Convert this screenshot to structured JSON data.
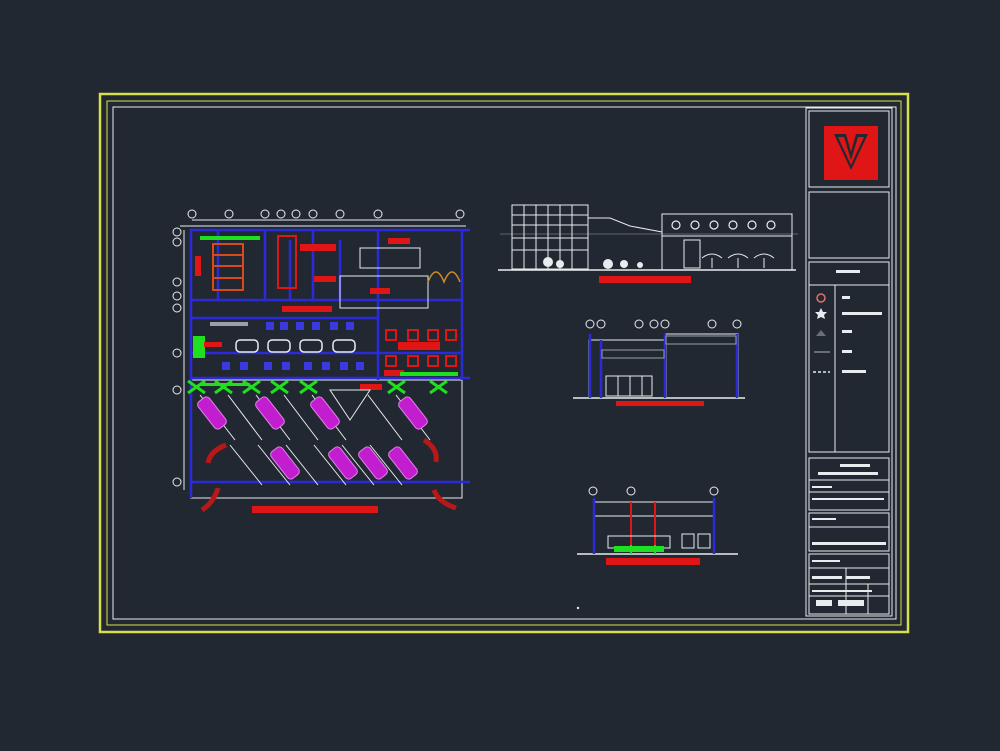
{
  "drawing": {
    "background_color": "#222831",
    "frame_color": "#d6e04a",
    "line_color": "#e8ecef",
    "structure_color": "#2a2ad8",
    "accent_color": "#e01515",
    "vehicle_color": "#c21ed0",
    "plant_color": "#1ee01e",
    "furniture_color": "#d84a1a"
  },
  "views": [
    {
      "id": "floor-plan"
    },
    {
      "id": "main-elevation"
    },
    {
      "id": "side-elevation"
    },
    {
      "id": "section"
    }
  ],
  "title_block": {
    "logo": "red-down-arrow-logo",
    "legend_symbols": [
      "circle-symbol",
      "star-symbol",
      "triangle-symbol",
      "dash-symbol",
      "dashed-line-symbol"
    ]
  }
}
